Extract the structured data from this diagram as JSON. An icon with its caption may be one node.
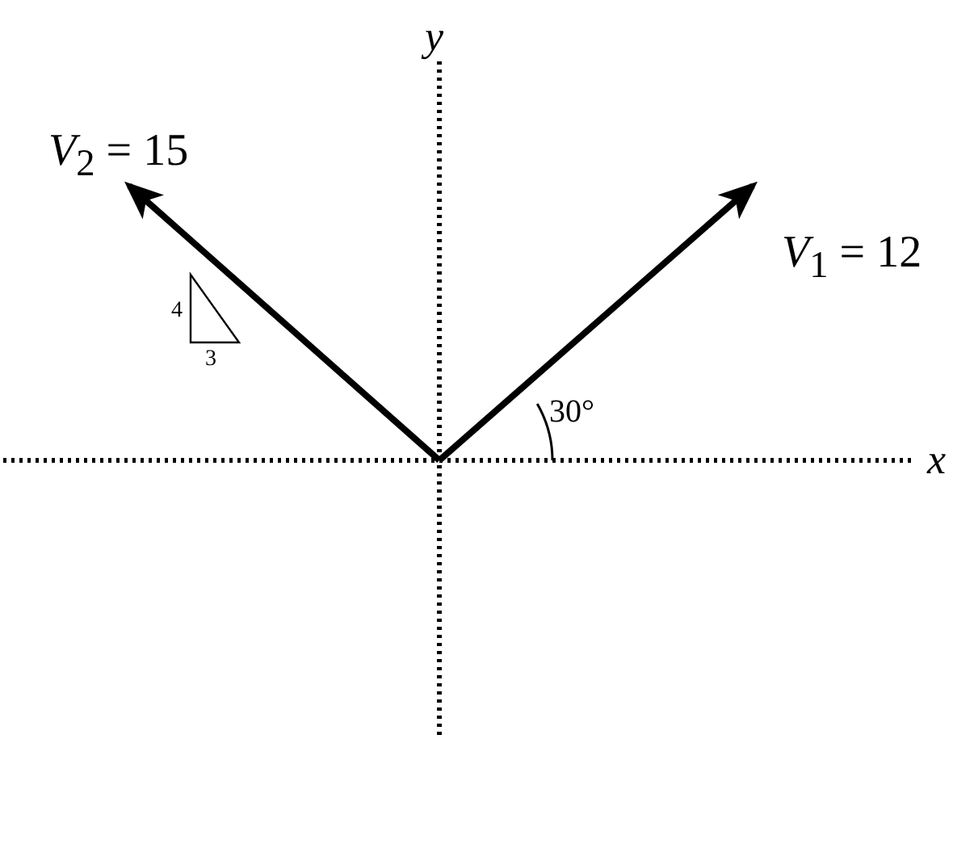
{
  "diagram": {
    "labels": [
      "y",
      "*V*$_{2}$ = 15",
      "*V*$_{1}$ = 12",
      "4",
      "3",
      "30°",
      "x"
    ]
  }
}
